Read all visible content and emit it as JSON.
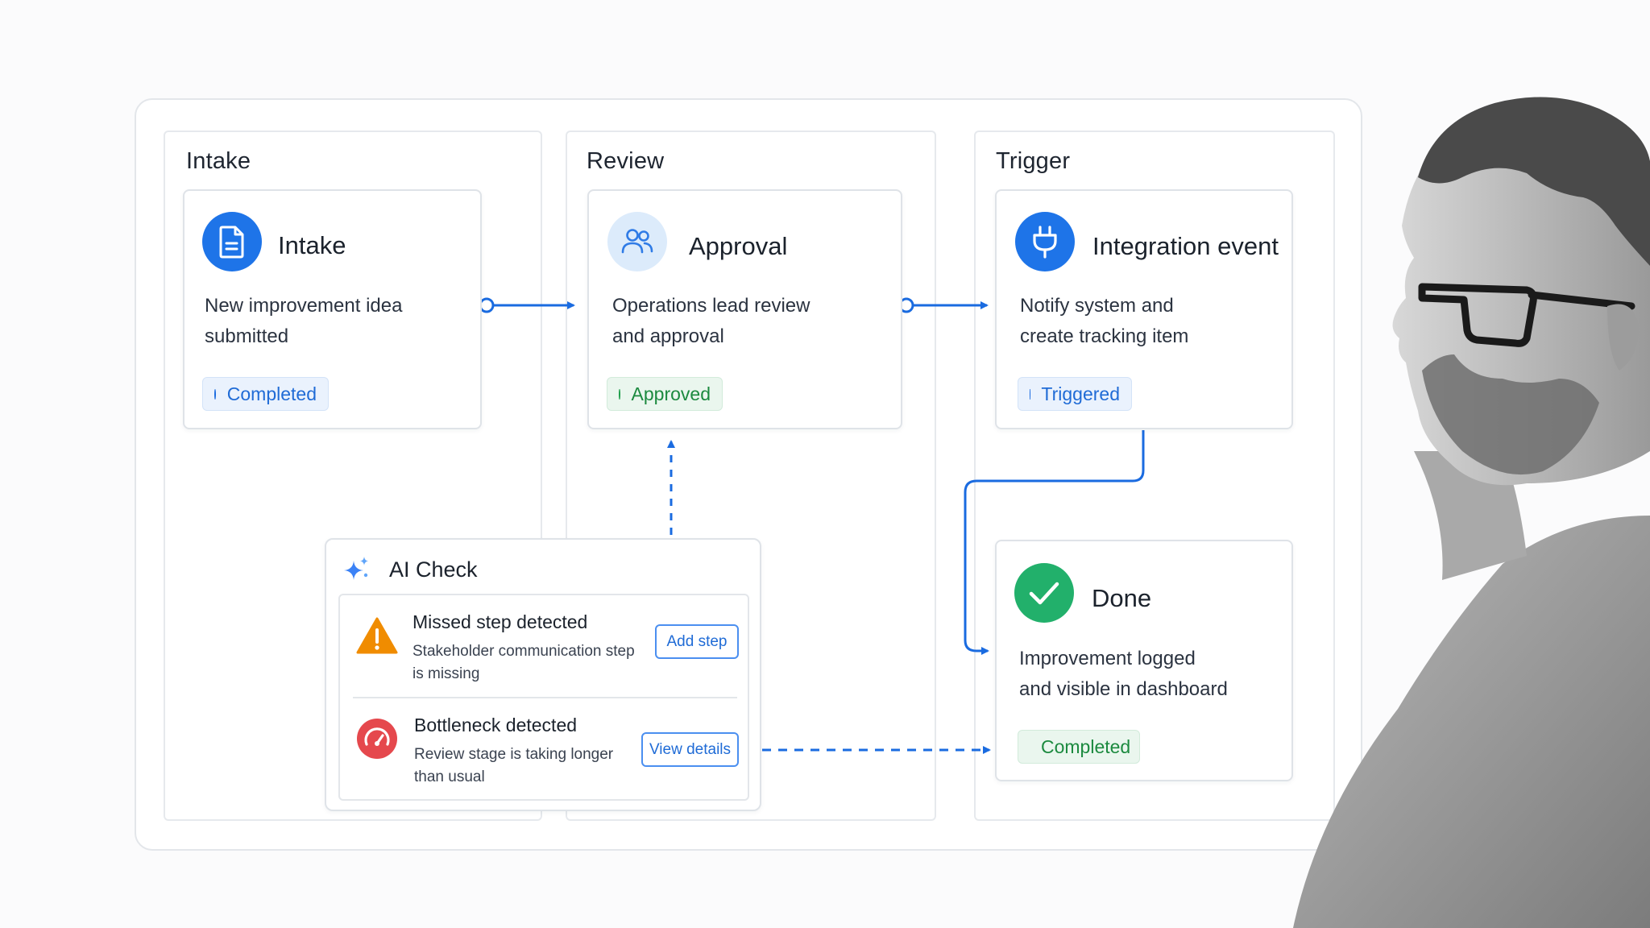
{
  "lanes": [
    {
      "title": "Intake"
    },
    {
      "title": "Review"
    },
    {
      "title": "Trigger"
    }
  ],
  "cards": {
    "intake": {
      "title": "Intake",
      "desc_line1": "New improvement idea",
      "desc_line2": "submitted",
      "status": "Completed",
      "icon": "document-icon"
    },
    "approval": {
      "title": "Approval",
      "desc_line1": "Operations lead review",
      "desc_line2": "and approval",
      "status": "Approved",
      "icon": "users-icon"
    },
    "integration": {
      "title": "Integration event",
      "desc_line1": "Notify system and",
      "desc_line2": "create tracking item",
      "status": "Triggered",
      "icon": "plug-icon"
    },
    "done": {
      "title": "Done",
      "desc_line1": "Improvement logged",
      "desc_line2": "and visible in dashboard",
      "status": "Completed",
      "icon": "checkmark-icon"
    }
  },
  "ai_check": {
    "title": "AI Check",
    "icon": "sparkle-icon",
    "items": [
      {
        "title": "Missed step detected",
        "desc_line1": "Stakeholder communication step",
        "desc_line2": "is missing",
        "action": "Add step",
        "icon": "warning-icon"
      },
      {
        "title": "Bottleneck detected",
        "desc_line1": "Review stage is taking longer",
        "desc_line2": "than usual",
        "action": "View details",
        "icon": "speedometer-icon"
      }
    ]
  },
  "colors": {
    "accent": "#1a6be0",
    "success": "#1e9e4a",
    "warning": "#f08c00",
    "danger": "#e5484d",
    "done": "#22b06b"
  }
}
